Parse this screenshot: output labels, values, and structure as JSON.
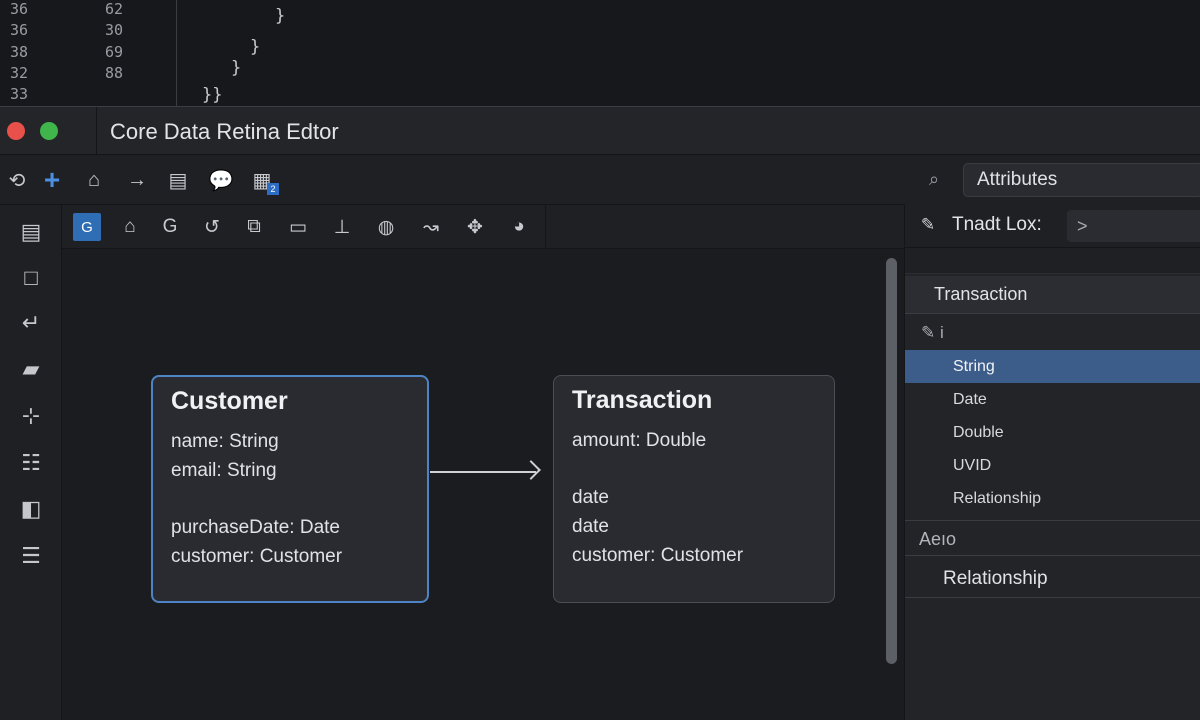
{
  "code": {
    "lines": [
      {
        "num": "36",
        "val": "62"
      },
      {
        "num": "36",
        "val": "30"
      },
      {
        "num": "38",
        "val": "69"
      },
      {
        "num": "32",
        "val": "88"
      },
      {
        "num": "33",
        "val": ""
      }
    ],
    "braces": [
      "}",
      "}",
      "}",
      "}}"
    ]
  },
  "window": {
    "title": "Core Data Retina  Edtor"
  },
  "toolbar": {
    "icons": [
      "refresh-icon",
      "add-icon",
      "home-icon",
      "forward-arrow-icon",
      "list-icon",
      "comment-icon",
      "layout-icon"
    ],
    "badge": "2",
    "search_field_value": "Attributes"
  },
  "sidebar": {
    "icons": [
      "files-icon",
      "square-icon",
      "corner-arrow-icon",
      "folder-edit-icon",
      "shape-add-icon",
      "table-icon",
      "split-icon",
      "document-icon"
    ]
  },
  "canvas_toolbar": {
    "icons": [
      "graph-style-icon",
      "bank-icon",
      "g-icon",
      "rotate-icon",
      "group-icon",
      "monitor-icon",
      "hierarchy-icon",
      "globe-icon",
      "route-icon",
      "move-icon",
      "world-icon"
    ]
  },
  "entities": {
    "customer": {
      "title": "Customer",
      "attributes": [
        "name: String",
        "email: String",
        "purchaseDate: Date",
        "customer: Customer"
      ]
    },
    "transaction": {
      "title": "Transaction",
      "attributes": [
        "amount: Double",
        "date",
        "date",
        "customer: Customer"
      ]
    }
  },
  "inspector": {
    "header_label": "Tnadt Lox:",
    "popup_value": ">",
    "entity_name": "Transaction",
    "tools_text": "i",
    "types": [
      "String",
      "Date",
      "Double",
      "UVID",
      "Relationship"
    ],
    "selected_type": "String",
    "subhead": "Aeıo",
    "relationship_label": "Relationship"
  },
  "colors": {
    "accent": "#4a8fe0",
    "selection": "#3c5c8a",
    "entity_border_selected": "#4f83c3"
  }
}
